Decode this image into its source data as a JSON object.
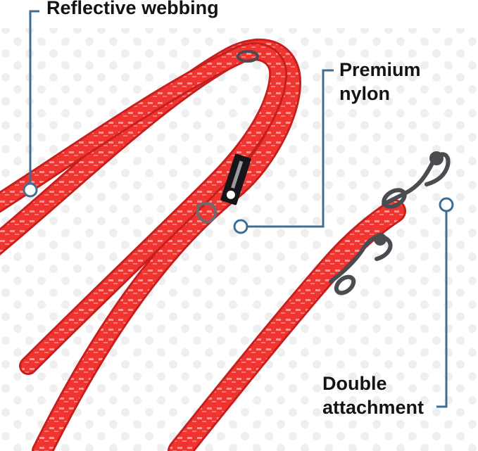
{
  "callouts": {
    "reflective": {
      "text": "Reflective webbing"
    },
    "nylon": {
      "line1": "Premium",
      "line2": "nylon"
    },
    "double": {
      "line1": "Double",
      "line2": "attachment"
    }
  },
  "product": {
    "leash_color": "#f0342f",
    "leash_shadow": "#c81f1e",
    "reflective_color": "#f6a9a8",
    "callout_color": "#3d6f96",
    "hardware_color": "#4a4c52"
  }
}
